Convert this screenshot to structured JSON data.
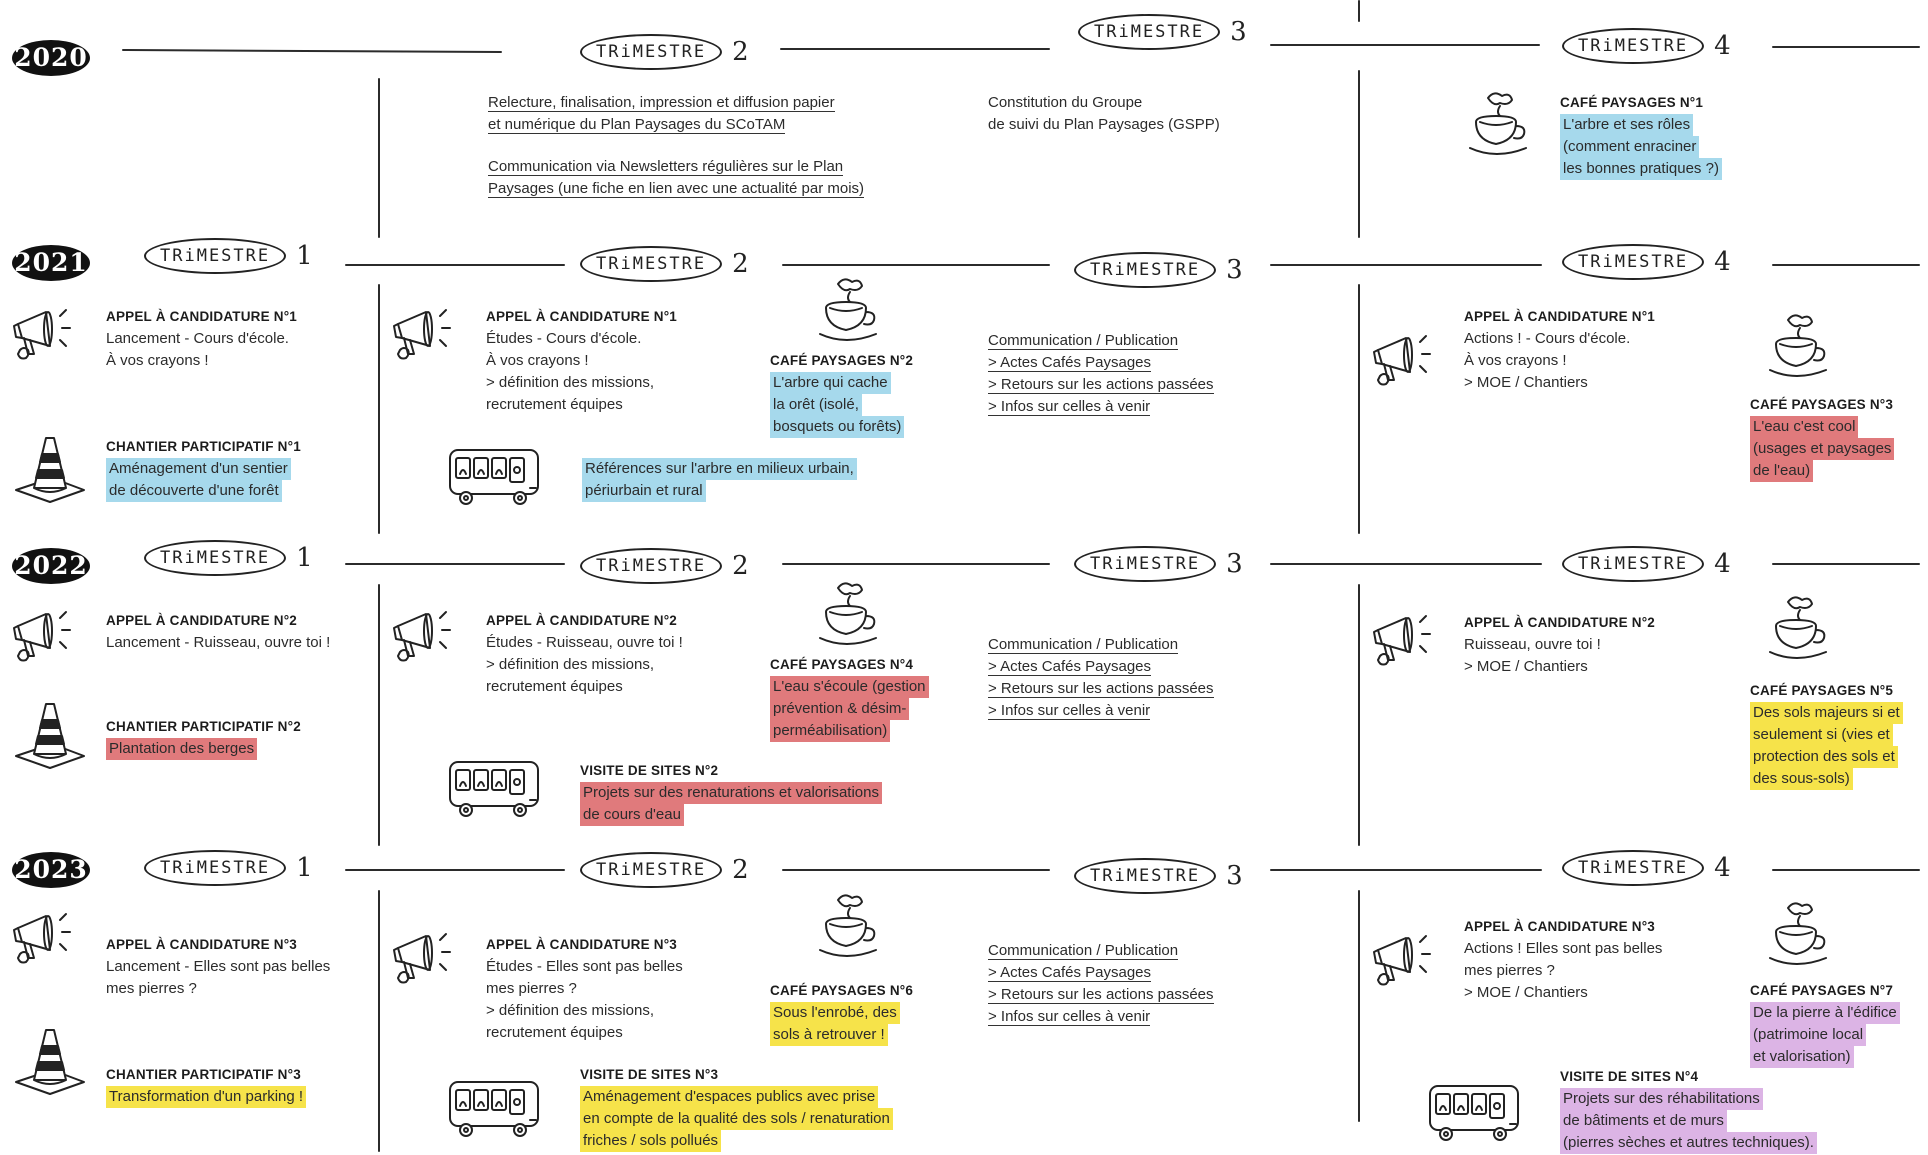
{
  "years": [
    "2020",
    "2021",
    "2022",
    "2023"
  ],
  "trimestre_label": "TRiMESTRE",
  "quarters": [
    "1",
    "2",
    "3",
    "4"
  ],
  "colors": {
    "blue": "#a6d9ec",
    "red": "#e07a7c",
    "yellow": "#f6e34a",
    "purple": "#dcb4e5"
  },
  "y2020": {
    "q2_line1": "Relecture, finalisation, impression et diffusion papier",
    "q2_line2": "et numérique du Plan Paysages du SCoTAM",
    "q2_line3": "Communication via Newsletters régulières sur le Plan",
    "q2_line4": "Paysages (une fiche en lien avec une actualité par mois)",
    "q3_line1": "Constitution du Groupe",
    "q3_line2": "de suivi du Plan Paysages (GSPP)",
    "q4_cafe_title": "CAFÉ PAYSAGES N°1",
    "q4_cafe_l1": "L'arbre et ses rôles",
    "q4_cafe_l2": "(comment enraciner",
    "q4_cafe_l3": "les bonnes pratiques ?)"
  },
  "y2021": {
    "q1_appel_title": "APPEL À CANDIDATURE N°1",
    "q1_appel_l1": "Lancement - Cours d'école.",
    "q1_appel_l2": "À vos crayons !",
    "q1_chantier_title": "CHANTIER PARTICIPATIF N°1",
    "q1_chantier_l1": "Aménagement d'un sentier",
    "q1_chantier_l2": "de découverte d'une forêt",
    "q2_appel_title": "APPEL À CANDIDATURE N°1",
    "q2_appel_l1": "Études - Cours d'école.",
    "q2_appel_l2": "À vos crayons !",
    "q2_appel_l3": "> définition des missions,",
    "q2_appel_l4": "recrutement équipes",
    "q2_cafe_title": "CAFÉ PAYSAGES N°2",
    "q2_cafe_l1": "L'arbre qui cache",
    "q2_cafe_l2": "la orêt (isolé,",
    "q2_cafe_l3": "bosquets ou forêts)",
    "q2_visite_l1": "Références sur l'arbre en milieux urbain,",
    "q2_visite_l2": "périurbain et rural",
    "q3_l1": "Communication / Publication",
    "q3_l2": "> Actes Cafés Paysages",
    "q3_l3": "> Retours sur les actions passées",
    "q3_l4": "> Infos sur celles à venir",
    "q4_appel_title": "APPEL À CANDIDATURE N°1",
    "q4_appel_l1": "Actions ! - Cours d'école.",
    "q4_appel_l2": "À vos crayons !",
    "q4_appel_l3": "> MOE / Chantiers",
    "q4_cafe_title": "CAFÉ PAYSAGES N°3",
    "q4_cafe_l1": "L'eau c'est cool",
    "q4_cafe_l2": "(usages et paysages",
    "q4_cafe_l3": "de l'eau)"
  },
  "y2022": {
    "q1_appel_title": "APPEL À CANDIDATURE N°2",
    "q1_appel_l1": "Lancement - Ruisseau, ouvre toi !",
    "q1_chantier_title": "CHANTIER PARTICIPATIF N°2",
    "q1_chantier_l1": "Plantation des berges",
    "q2_appel_title": "APPEL À CANDIDATURE N°2",
    "q2_appel_l1": "Études - Ruisseau, ouvre toi !",
    "q2_appel_l2": "> définition des missions,",
    "q2_appel_l3": "recrutement équipes",
    "q2_cafe_title": "CAFÉ PAYSAGES N°4",
    "q2_cafe_l1": "L'eau s'écoule (gestion",
    "q2_cafe_l2": "prévention & désim-",
    "q2_cafe_l3": "perméabilisation)",
    "q2_visite_title": "VISITE DE SITES N°2",
    "q2_visite_l1": "Projets sur des renaturations et valorisations",
    "q2_visite_l2": "de cours d'eau",
    "q3_l1": "Communication / Publication",
    "q3_l2": "> Actes Cafés Paysages",
    "q3_l3": "> Retours sur les actions passées",
    "q3_l4": "> Infos sur celles à venir",
    "q4_appel_title": "APPEL À CANDIDATURE N°2",
    "q4_appel_l1": "Ruisseau, ouvre toi !",
    "q4_appel_l2": "> MOE / Chantiers",
    "q4_cafe_title": "CAFÉ PAYSAGES N°5",
    "q4_cafe_l1": "Des sols majeurs si et",
    "q4_cafe_l2": "seulement si (vies et",
    "q4_cafe_l3": "protection des sols et",
    "q4_cafe_l4": "des sous-sols)"
  },
  "y2023": {
    "q1_appel_title": "APPEL À CANDIDATURE N°3",
    "q1_appel_l1": "Lancement - Elles sont pas belles",
    "q1_appel_l2": "mes pierres ?",
    "q1_chantier_title": "CHANTIER PARTICIPATIF N°3",
    "q1_chantier_l1": "Transformation d'un parking !",
    "q2_appel_title": "APPEL À CANDIDATURE N°3",
    "q2_appel_l1": "Études - Elles sont pas belles",
    "q2_appel_l2": "mes pierres ?",
    "q2_appel_l3": "> définition des missions,",
    "q2_appel_l4": "recrutement équipes",
    "q2_cafe_title": "CAFÉ PAYSAGES N°6",
    "q2_cafe_l1": "Sous l'enrobé, des",
    "q2_cafe_l2": "sols à retrouver !",
    "q2_visite_title": "VISITE DE SITES N°3",
    "q2_visite_l1": "Aménagement d'espaces publics avec prise",
    "q2_visite_l2": "en compte de la qualité des sols / renaturation",
    "q2_visite_l3": "friches / sols pollués",
    "q3_l1": "Communication / Publication",
    "q3_l2": "> Actes Cafés Paysages",
    "q3_l3": "> Retours sur les actions passées",
    "q3_l4": "> Infos sur celles à venir",
    "q4_appel_title": "APPEL À CANDIDATURE N°3",
    "q4_appel_l1": "Actions ! Elles sont pas belles",
    "q4_appel_l2": "mes pierres ?",
    "q4_appel_l3": "> MOE / Chantiers",
    "q4_cafe_title": "CAFÉ PAYSAGES N°7",
    "q4_cafe_l1": "De la pierre à l'édifice",
    "q4_cafe_l2": "(patrimoine local",
    "q4_cafe_l3": "et valorisation)",
    "q4_visite_title": "VISITE DE SITES N°4",
    "q4_visite_l1": "Projets sur des réhabilitations",
    "q4_visite_l2": "de bâtiments et de murs",
    "q4_visite_l3": "(pierres sèches et autres techniques)."
  }
}
